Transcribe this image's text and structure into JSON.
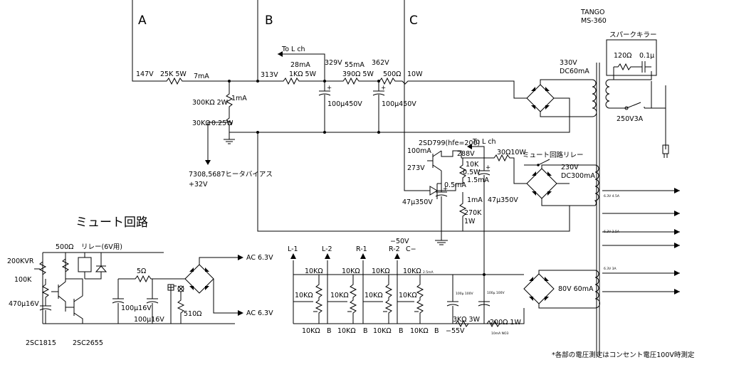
{
  "sections": {
    "a": "A",
    "b": "B",
    "c": "C"
  },
  "transformer": {
    "brand": "TANGO",
    "model": "MS-360",
    "spark_killer": "スパークキラー",
    "r": "120Ω",
    "c": "0.1μ",
    "fuse": "250V3A"
  },
  "power_supply": {
    "v147": "147V",
    "r_25k": "25K 5W",
    "i_7ma": "7mA",
    "v313": "313V",
    "to_lch_1": "To L ch",
    "i_28ma": "28mA",
    "r_1k": "1KΩ 5W",
    "v329": "329V",
    "i_55ma": "55mA",
    "r_390": "390Ω 5W",
    "v362": "362V",
    "r_500": "500Ω",
    "v10": "10W",
    "sec1_v": "330V",
    "sec1_i": "DC60mA",
    "c1": "100μ450V",
    "c2": "100μ450V",
    "r_300k": "300KΩ 2W",
    "i_1ma": "1mA",
    "r_30k": "30KΩ",
    "w025": "0.25W",
    "bias_note": "7308,5687ヒータバイアス",
    "bias_v": "+32V"
  },
  "heater_supply": {
    "transistor": "2SD799(hfe=200)",
    "to_lch_2": "To L ch",
    "i_100ma": "100mA",
    "v288": "288V",
    "r_30": "30Ω10W",
    "mute_relay": "ミュート回路リレー",
    "v273": "273V",
    "r_10k": "10K",
    "w05": "0.5W",
    "i_15ma": "1.5mA",
    "sec2_v": "230V",
    "sec2_i": "DC300mA",
    "i_05ma": "0.5mA",
    "c3": "47μ350V",
    "i_1ma_b": "1mA",
    "c4": "47μ350V",
    "r_270k": "270K",
    "w1": "1W",
    "out_tag_1": "6.3V 4.5A",
    "out_tag_2": "6.3V 2.5A",
    "out_tag_3": "6.3V 3A"
  },
  "bias_supply": {
    "l1": "L-1",
    "l2": "L-2",
    "r1": "R-1",
    "r2": "R-2",
    "c_minus": "C−",
    "v_minus50": "−50V",
    "r_10k_labels": [
      "10KΩ",
      "10KΩ",
      "10KΩ",
      "10KΩ"
    ],
    "vr_10k_labels": [
      "10KΩ",
      "10KΩ",
      "10KΩ",
      "10KΩ"
    ],
    "bot_10k_labels": [
      "10KΩ",
      "10KΩ",
      "10KΩ",
      "10KΩ"
    ],
    "b_labels": [
      "B",
      "B",
      "B",
      "B"
    ],
    "v_minus55": "−55V",
    "r_3k": "3KΩ 3W",
    "r_200": "200Ω 1W",
    "sec3": "80V 60mA",
    "tag_i": "2.5mA",
    "tag_c1": "100μ 100V",
    "tag_c2": "100μ 100V",
    "tag_d": "10mA NO3"
  },
  "mute_circuit": {
    "title": "ミュート回路",
    "r_500": "500Ω",
    "relay": "リレー(6V用)",
    "vr": "200KVR",
    "r_100k": "100K",
    "c1": "470μ16V",
    "r_5": "5Ω",
    "c2": "100μ16V",
    "c3": "100μ16V",
    "r_510": "510Ω",
    "ac1": "AC 6.3V",
    "ac2": "AC 6.3V",
    "q1": "2SC1815",
    "q2": "2SC2655"
  },
  "footnote": "*各部の電圧測定はコンセント電圧100V時測定"
}
